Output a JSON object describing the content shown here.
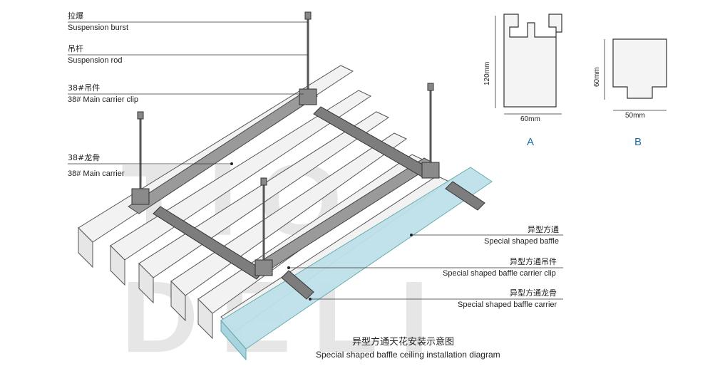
{
  "watermark": "TIO DELI",
  "labels": {
    "suspension_burst": {
      "cn": "拉爆",
      "en": "Suspension burst"
    },
    "suspension_rod": {
      "cn": "吊杆",
      "en": "Suspension rod"
    },
    "main_carrier_clip": {
      "cn": "38#吊件",
      "en": "38# Main carrier clip"
    },
    "main_carrier": {
      "cn": "38#龙骨",
      "en": "38# Main carrier"
    },
    "baffle": {
      "cn": "异型方通",
      "en": "Special shaped baffle"
    },
    "baffle_clip": {
      "cn": "异型方通吊件",
      "en": "Special shaped baffle carrier clip"
    },
    "baffle_carrier": {
      "cn": "异型方通龙骨",
      "en": "Special shaped baffle carrier"
    }
  },
  "profile_a": {
    "height": "120mm",
    "width": "60mm",
    "letter": "A"
  },
  "profile_b": {
    "height": "60mm",
    "width": "50mm",
    "letter": "B"
  },
  "caption": {
    "cn": "异型方通天花安装示意图",
    "en": "Special shaped baffle ceiling installation diagram"
  },
  "colors": {
    "accent": "#1f6fa6",
    "highlight": "#bfe1ea",
    "steel": "#8a8a8a"
  }
}
